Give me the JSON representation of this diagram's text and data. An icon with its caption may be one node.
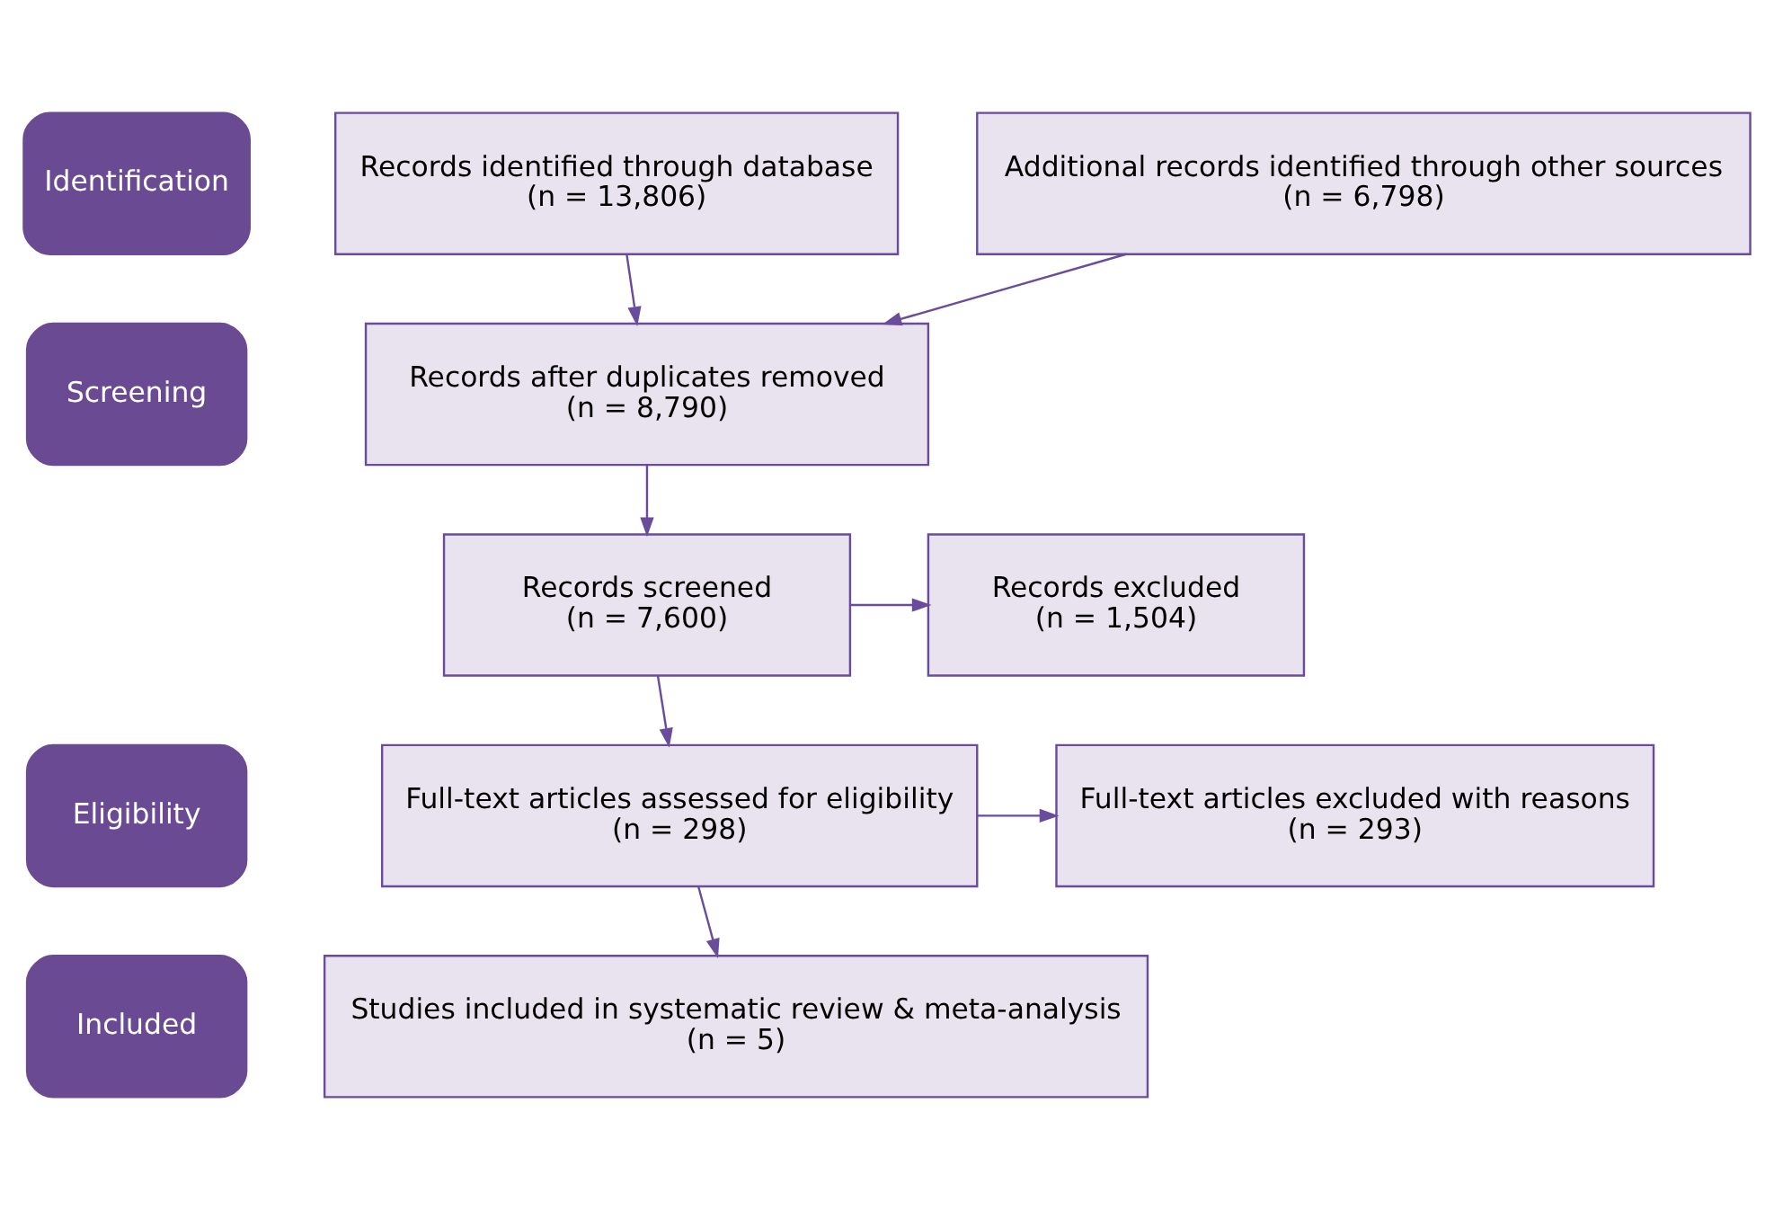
{
  "diagram": {
    "nodes": [
      {
        "text": [
          "Identification"
        ]
      },
      {
        "text": [
          "Screening"
        ]
      },
      {
        "text": [
          "Eligibility"
        ]
      },
      {
        "text": [
          "Included"
        ]
      },
      {
        "text": [
          "Records identified through database",
          "(n = 13,806)"
        ]
      },
      {
        "text": [
          "Additional records identified through other sources",
          "(n = 6,798)"
        ]
      },
      {
        "text": [
          "Records after duplicates removed",
          "(n = 8,790)"
        ]
      },
      {
        "text": [
          "Records screened",
          "(n = 7,600)"
        ]
      },
      {
        "text": [
          "Records excluded",
          "(n = 1,504)"
        ]
      },
      {
        "text": [
          "Full-text articles assessed for eligibility",
          "(n = 298)"
        ]
      },
      {
        "text": [
          "Full-text articles excluded with reasons",
          "(n = 293)"
        ]
      },
      {
        "text": [
          "Studies included in systematic review & meta-analysis",
          "(n = 5)"
        ]
      }
    ],
    "edges": [
      {
        "from": 4,
        "to": 6,
        "arrow": "to"
      },
      {
        "from": 5,
        "to": 6,
        "arrow": "to"
      },
      {
        "from": 6,
        "to": 7,
        "arrow": "to"
      },
      {
        "from": 7,
        "to": 8,
        "arrow": "to"
      },
      {
        "from": 7,
        "to": 9,
        "arrow": "to"
      },
      {
        "from": 9,
        "to": 10,
        "arrow": "to"
      },
      {
        "from": 9,
        "to": 11,
        "arrow": "to"
      }
    ]
  }
}
